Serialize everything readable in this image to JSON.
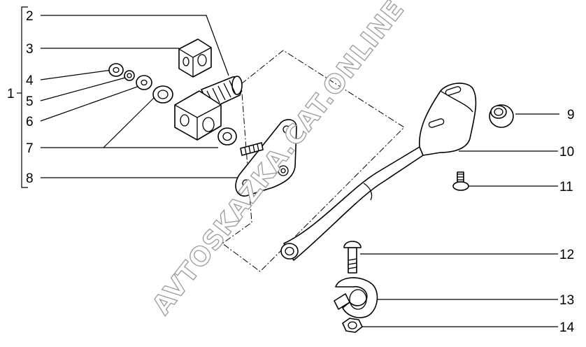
{
  "watermark": "AVTOSKAZKA.CAT.ONLINE",
  "callouts": {
    "c1": "1",
    "c2": "2",
    "c3": "3",
    "c4": "4",
    "c5": "5",
    "c6": "6",
    "c7": "7",
    "c8": "8",
    "c9": "9",
    "c10": "10",
    "c11": "11",
    "c12": "12",
    "c13": "13",
    "c14": "14"
  }
}
